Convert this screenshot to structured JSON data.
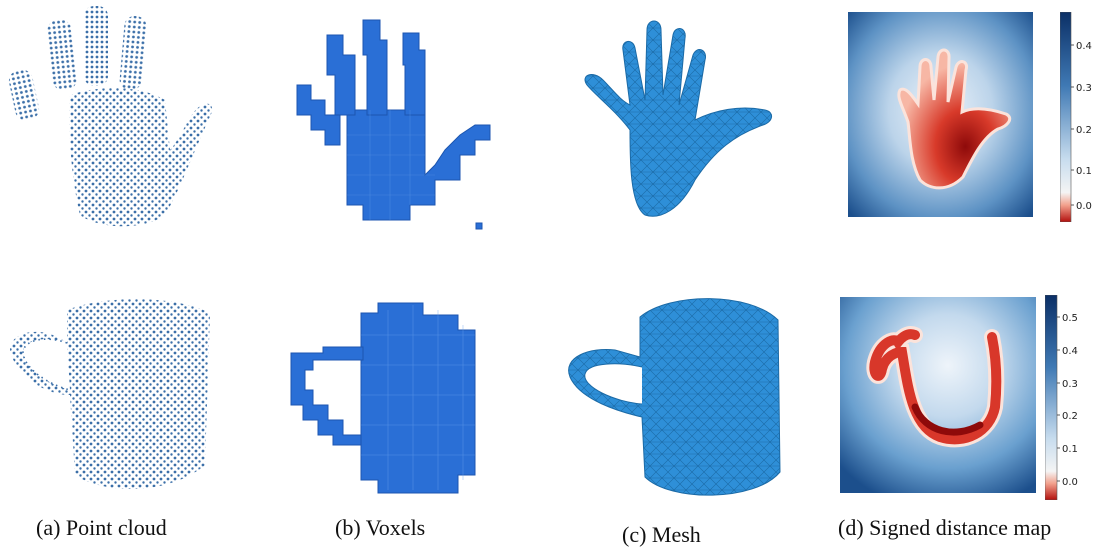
{
  "captions": {
    "a": "(a) Point cloud",
    "b": "(b) Voxels",
    "c": "(c) Mesh",
    "d": "(d) Signed distance map"
  },
  "colorbars": {
    "hand": [
      "0.4",
      "0.3",
      "0.2",
      "0.1",
      "0.0"
    ],
    "mug": [
      "0.5",
      "0.4",
      "0.3",
      "0.2",
      "0.1",
      "0.0"
    ]
  },
  "colors": {
    "points": "#3b6fa8",
    "voxel": "#2a6fd6",
    "mesh": "#2e8fd8",
    "sdf_dark": "#1c4f8c",
    "sdf_light": "#eef4fa",
    "sdf_red": "#c4211b"
  }
}
